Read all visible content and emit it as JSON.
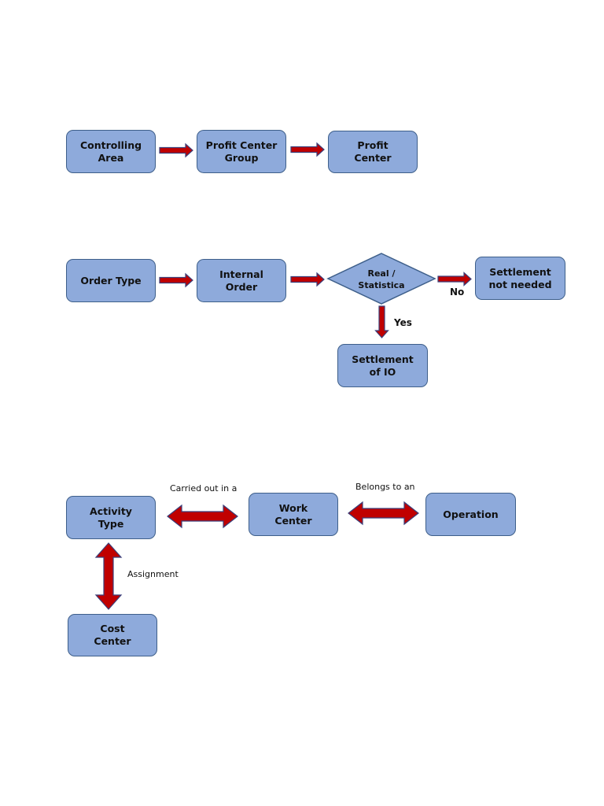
{
  "diagram1": {
    "controlling_area": "Controlling\nArea",
    "profit_center_group": "Profit Center\nGroup",
    "profit_center": "Profit\nCenter"
  },
  "diagram2": {
    "order_type": "Order Type",
    "internal_order": "Internal\nOrder",
    "decision": "Real /\nStatistica",
    "no_label": "No",
    "yes_label": "Yes",
    "settlement_not_needed": "Settlement\nnot needed",
    "settlement_of_io": "Settlement\nof IO"
  },
  "diagram3": {
    "activity_type": "Activity\nType",
    "work_center": "Work\nCenter",
    "operation": "Operation",
    "cost_center": "Cost\nCenter",
    "carried_out_label": "Carried out in a",
    "belongs_to_label": "Belongs to an",
    "assignment_label": "Assignment"
  },
  "colors": {
    "box_fill": "#8eaadb",
    "box_border": "#3e5f8a",
    "arrow_fill": "#c00000",
    "arrow_border": "#3b3f7a"
  }
}
